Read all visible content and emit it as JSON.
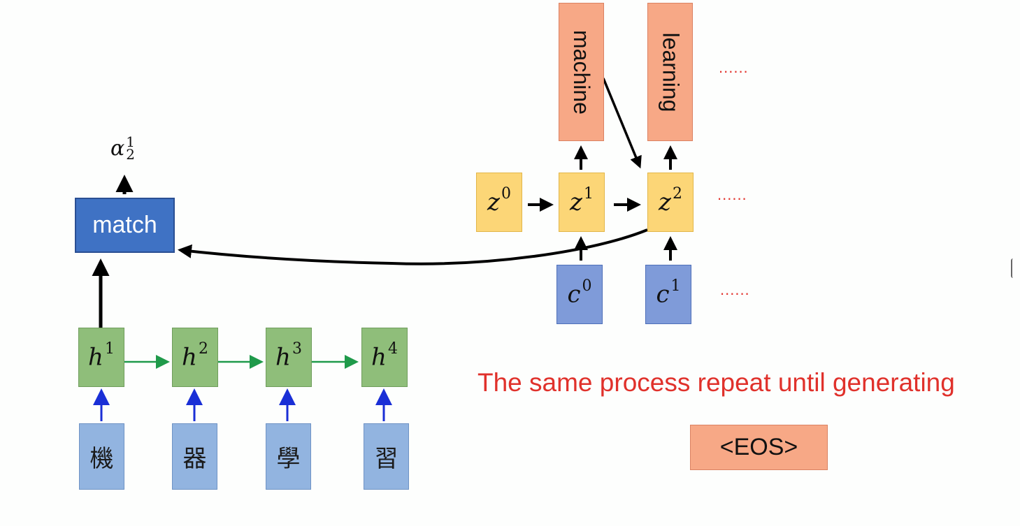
{
  "encoder": {
    "inputs": [
      "機",
      "器",
      "學",
      "習"
    ],
    "hidden": [
      {
        "var": "h",
        "sup": "1"
      },
      {
        "var": "h",
        "sup": "2"
      },
      {
        "var": "h",
        "sup": "3"
      },
      {
        "var": "h",
        "sup": "4"
      }
    ]
  },
  "match": {
    "label": "match",
    "output_symbol": "α",
    "output_sup": "1",
    "output_sub": "2"
  },
  "decoder": {
    "states": [
      {
        "var": "z",
        "sup": "0"
      },
      {
        "var": "z",
        "sup": "1"
      },
      {
        "var": "z",
        "sup": "2"
      }
    ],
    "contexts": [
      {
        "var": "c",
        "sup": "0"
      },
      {
        "var": "c",
        "sup": "1"
      }
    ],
    "outputs": [
      "machine",
      "learning"
    ],
    "ellipsis": "......"
  },
  "caption": "The same process repeat until generating",
  "eos": "<EOS>",
  "colors": {
    "encoder_input": "#92b4e0",
    "encoder_hidden": "#8fbe7a",
    "decoder_state": "#fcd677",
    "decoder_context": "#7f9bd9",
    "output_token": "#f7a886",
    "match_box": "#3f72c4",
    "caption": "#e0312b",
    "encoder_arrow": "#1f9a4a",
    "input_arrow": "#1a2fd6"
  }
}
